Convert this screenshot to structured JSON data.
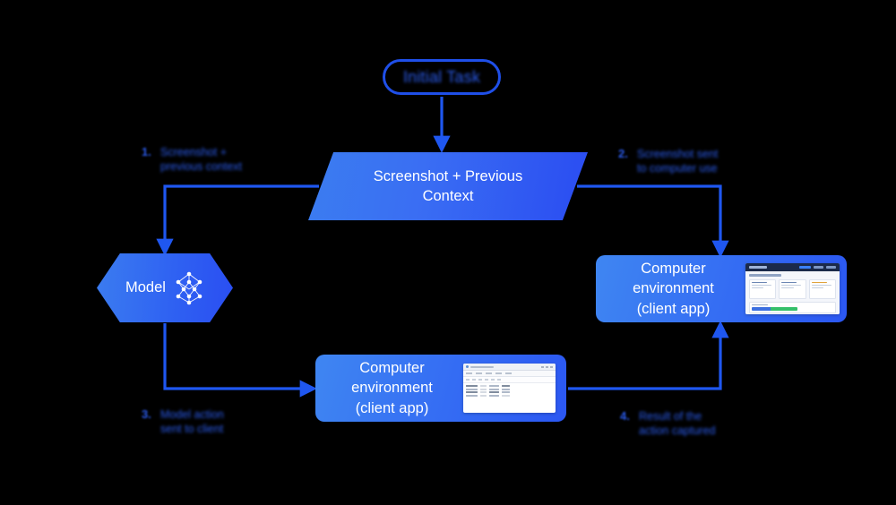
{
  "diagram": {
    "title": "Computer-use agent loop",
    "background_color": "#000000",
    "accent_blue": "#2b5ced",
    "line_blue": "#1f57f0",
    "node_gradient_from": "#3f86f2",
    "node_gradient_to": "#2a4cf2"
  },
  "initial_task": {
    "label": "Initial Task",
    "shape": "pill",
    "legible": false
  },
  "context_node": {
    "label": "Screenshot + Previous\nContext",
    "shape": "parallelogram"
  },
  "model_node": {
    "label": "Model",
    "shape": "hexagon",
    "icon": "neural-network-icon"
  },
  "environments": [
    {
      "id": "right",
      "label": "Computer environment\n(client app)",
      "thumbnail": "dashboard-screenshot"
    },
    {
      "id": "bottom",
      "label": "Computer environment\n(client app)",
      "thumbnail": "spreadsheet-screenshot"
    }
  ],
  "steps": [
    {
      "number": "1.",
      "text": "Screenshot +\nprevious context",
      "legible": false
    },
    {
      "number": "2.",
      "text": "Screenshot sent\nto computer use",
      "legible": false
    },
    {
      "number": "3.",
      "text": "Model action\nsent to client",
      "legible": false
    },
    {
      "number": "4.",
      "text": "Result of the\naction captured",
      "legible": false
    }
  ],
  "connectors": [
    {
      "from": "initial_task",
      "to": "context_node",
      "direction": "down"
    },
    {
      "from": "context_node",
      "to": "model_node",
      "direction": "left-down"
    },
    {
      "from": "context_node",
      "to": "right_environment",
      "direction": "right-down"
    },
    {
      "from": "model_node",
      "to": "bottom_environment",
      "direction": "down-right"
    },
    {
      "from": "bottom_environment",
      "to": "right_environment",
      "direction": "right-up"
    }
  ]
}
